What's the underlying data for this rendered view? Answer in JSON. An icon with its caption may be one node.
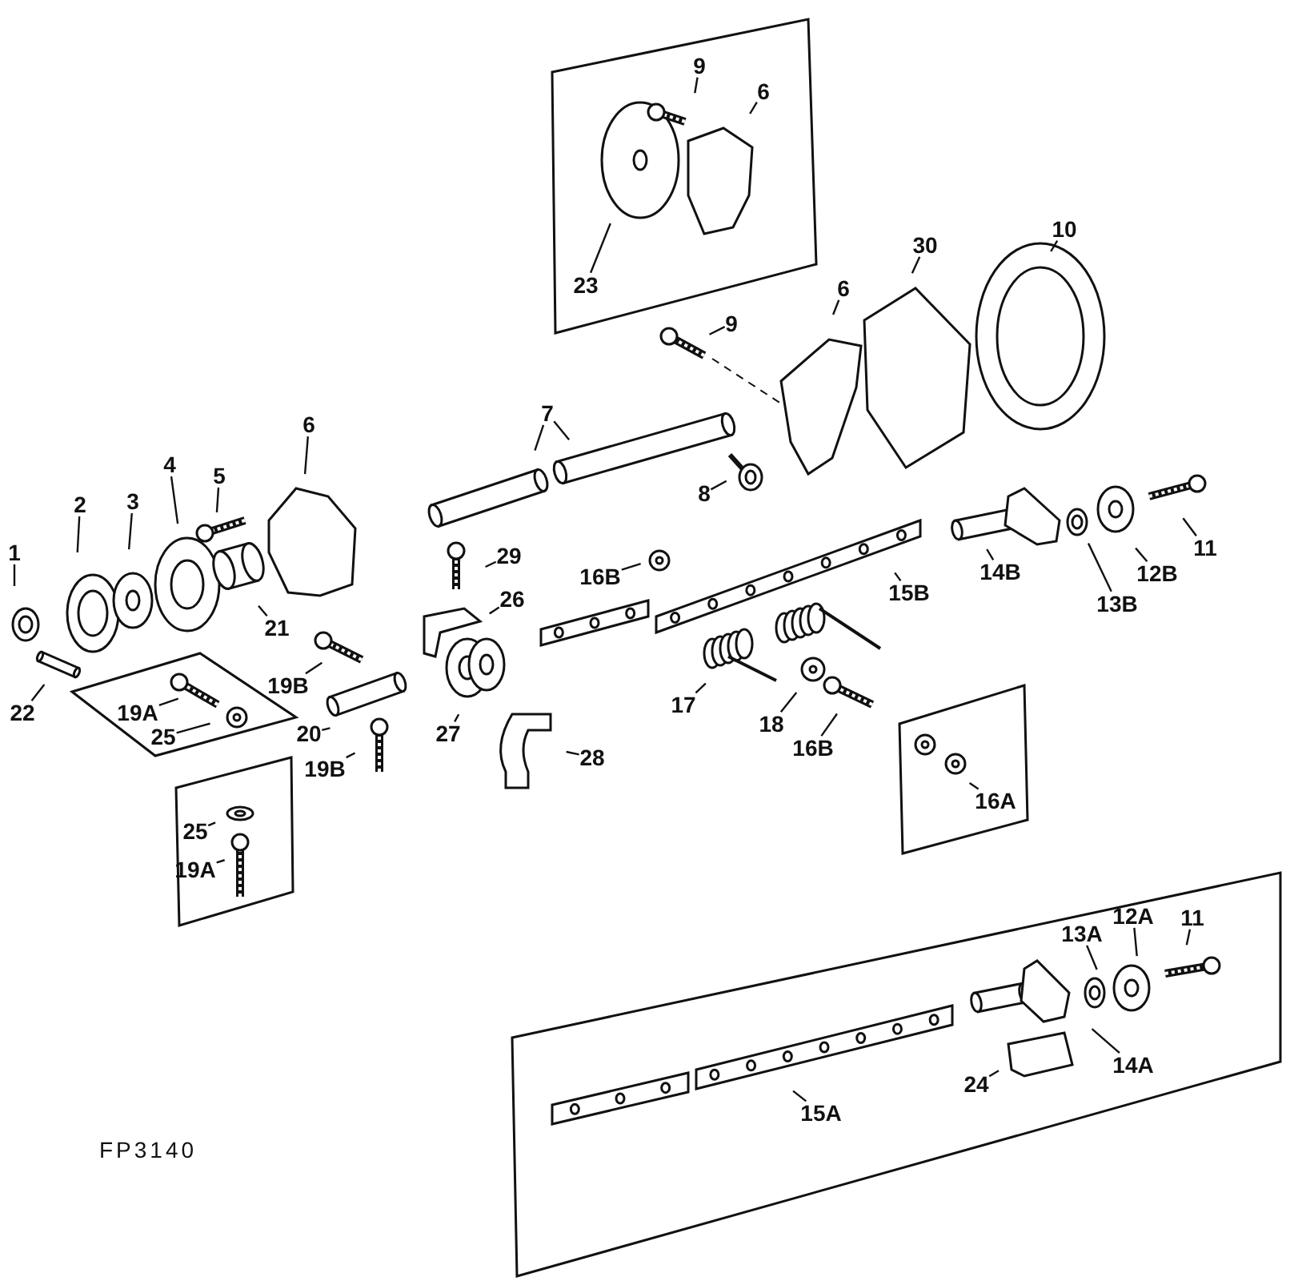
{
  "diagram": {
    "nodes": [
      {
        "text": [],
        "shape": "box"
      },
      {
        "text": [
          "9"
        ],
        "in": 0
      },
      {
        "text": [
          "6"
        ],
        "in": 0
      },
      {
        "text": [
          "23"
        ],
        "in": 0
      },
      {
        "text": [
          "10"
        ]
      },
      {
        "text": [
          "30"
        ]
      },
      {
        "text": [
          "6"
        ]
      },
      {
        "text": [
          "9"
        ]
      },
      {
        "text": [
          "7"
        ]
      },
      {
        "text": [
          "8"
        ]
      },
      {
        "text": [
          "6"
        ]
      },
      {
        "text": [
          "4"
        ]
      },
      {
        "text": [
          "5"
        ]
      },
      {
        "text": [
          "2"
        ]
      },
      {
        "text": [
          "3"
        ]
      },
      {
        "text": [
          "1"
        ]
      },
      {
        "text": [
          "29"
        ]
      },
      {
        "text": [
          "16B"
        ]
      },
      {
        "text": [
          "21"
        ]
      },
      {
        "text": [
          "15B"
        ]
      },
      {
        "text": [
          "14B"
        ]
      },
      {
        "text": [
          "11"
        ]
      },
      {
        "text": [
          "12B"
        ]
      },
      {
        "text": [
          "13B"
        ]
      },
      {
        "text": [
          "26"
        ]
      },
      {
        "text": [
          "19B"
        ]
      },
      {
        "text": [],
        "shape": "box"
      },
      {
        "text": [
          "19A"
        ],
        "in": 26
      },
      {
        "text": [
          "25"
        ],
        "in": 26
      },
      {
        "text": [
          "22"
        ]
      },
      {
        "text": [
          "20"
        ]
      },
      {
        "text": [
          "17"
        ]
      },
      {
        "text": [
          "18"
        ]
      },
      {
        "text": [
          "16B"
        ]
      },
      {
        "text": [
          "27"
        ]
      },
      {
        "text": [
          "19B"
        ]
      },
      {
        "text": [
          "28"
        ]
      },
      {
        "text": [],
        "shape": "box"
      },
      {
        "text": [
          "16A"
        ],
        "in": 37
      },
      {
        "text": [],
        "shape": "box"
      },
      {
        "text": [
          "25"
        ],
        "in": 39
      },
      {
        "text": [
          "19A"
        ],
        "in": 39
      },
      {
        "text": [],
        "shape": "box"
      },
      {
        "text": [
          "13A"
        ],
        "in": 42
      },
      {
        "text": [
          "12A"
        ],
        "in": 42
      },
      {
        "text": [
          "11"
        ],
        "in": 42
      },
      {
        "text": [
          "14A"
        ],
        "in": 42
      },
      {
        "text": [
          "24"
        ],
        "in": 42
      },
      {
        "text": [
          "15A"
        ],
        "in": 42
      }
    ],
    "edges": [
      {
        "from": 1,
        "to": null,
        "arrow": "none"
      },
      {
        "from": 2,
        "to": null,
        "arrow": "none"
      },
      {
        "from": 3,
        "to": null,
        "arrow": "none"
      },
      {
        "from": 4,
        "to": null,
        "arrow": "none"
      },
      {
        "from": 5,
        "to": null,
        "arrow": "none"
      },
      {
        "from": 6,
        "to": null,
        "arrow": "none"
      },
      {
        "from": 7,
        "to": null,
        "arrow": "none"
      },
      {
        "from": 8,
        "to": null,
        "arrow": "none"
      },
      {
        "from": 8,
        "to": null,
        "arrow": "none"
      },
      {
        "from": 9,
        "to": null,
        "arrow": "none"
      },
      {
        "from": 10,
        "to": null,
        "arrow": "none"
      },
      {
        "from": 11,
        "to": null,
        "arrow": "none"
      },
      {
        "from": 12,
        "to": null,
        "arrow": "none"
      },
      {
        "from": 13,
        "to": null,
        "arrow": "none"
      },
      {
        "from": 14,
        "to": null,
        "arrow": "none"
      },
      {
        "from": 15,
        "to": null,
        "arrow": "none"
      },
      {
        "from": 16,
        "to": null,
        "arrow": "none"
      },
      {
        "from": 17,
        "to": null,
        "arrow": "none"
      },
      {
        "from": 18,
        "to": null,
        "arrow": "none"
      },
      {
        "from": 19,
        "to": null,
        "arrow": "none"
      },
      {
        "from": 20,
        "to": null,
        "arrow": "none"
      },
      {
        "from": 21,
        "to": null,
        "arrow": "none"
      },
      {
        "from": 22,
        "to": null,
        "arrow": "none"
      },
      {
        "from": 23,
        "to": null,
        "arrow": "none"
      },
      {
        "from": 24,
        "to": null,
        "arrow": "none"
      },
      {
        "from": 25,
        "to": null,
        "arrow": "none"
      },
      {
        "from": 27,
        "to": null,
        "arrow": "none"
      },
      {
        "from": 28,
        "to": null,
        "arrow": "none"
      },
      {
        "from": 29,
        "to": null,
        "arrow": "none"
      },
      {
        "from": 30,
        "to": null,
        "arrow": "none"
      },
      {
        "from": 31,
        "to": null,
        "arrow": "none"
      },
      {
        "from": 32,
        "to": null,
        "arrow": "none"
      },
      {
        "from": 33,
        "to": null,
        "arrow": "none"
      },
      {
        "from": 34,
        "to": null,
        "arrow": "none"
      },
      {
        "from": 35,
        "to": null,
        "arrow": "none"
      },
      {
        "from": 36,
        "to": null,
        "arrow": "none"
      },
      {
        "from": 38,
        "to": null,
        "arrow": "none"
      },
      {
        "from": 40,
        "to": null,
        "arrow": "none"
      },
      {
        "from": 41,
        "to": null,
        "arrow": "none"
      },
      {
        "from": 43,
        "to": null,
        "arrow": "none"
      },
      {
        "from": 44,
        "to": null,
        "arrow": "none"
      },
      {
        "from": 45,
        "to": null,
        "arrow": "none"
      },
      {
        "from": 46,
        "to": null,
        "arrow": "none"
      },
      {
        "from": 47,
        "to": null,
        "arrow": "none"
      },
      {
        "from": 48,
        "to": null,
        "arrow": "none"
      }
    ],
    "labels": [
      "FP3140"
    ]
  }
}
